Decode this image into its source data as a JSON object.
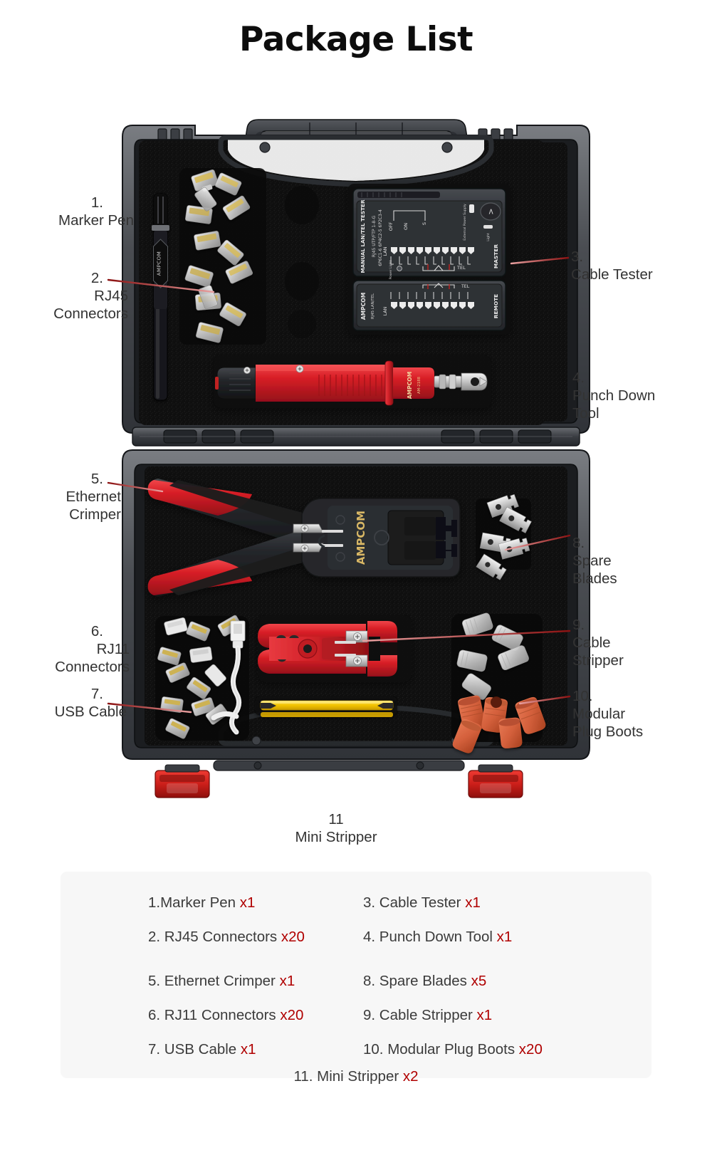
{
  "page": {
    "title": "Package List",
    "background": "#ffffff",
    "text_color": "#333333",
    "accent_color": "#b00000",
    "leader_line_color": "#8c1212"
  },
  "callouts": [
    {
      "id": 1,
      "number": "1.",
      "label": "Marker Pen",
      "side": "left"
    },
    {
      "id": 2,
      "number": "2.",
      "label": "RJ45\nConnectors",
      "side": "left"
    },
    {
      "id": 3,
      "number": "3.",
      "label": "Cable Tester",
      "side": "right"
    },
    {
      "id": 4,
      "number": "4.",
      "label": "Punch Down\nTool",
      "side": "right"
    },
    {
      "id": 5,
      "number": "5.",
      "label": "Ethernet\nCrimper",
      "side": "left"
    },
    {
      "id": 6,
      "number": "6.",
      "label": "RJ11\nConnectors",
      "side": "left"
    },
    {
      "id": 7,
      "number": "7.",
      "label": "USB Cable",
      "side": "left"
    },
    {
      "id": 8,
      "number": "8.",
      "label": "Spare\nBlades",
      "side": "right"
    },
    {
      "id": 9,
      "number": "9.",
      "label": "Cable\nStripper",
      "side": "right"
    },
    {
      "id": 10,
      "number": "10.",
      "label": "Modular\nPlug Boots",
      "side": "right"
    },
    {
      "id": 11,
      "number": "11",
      "label": "Mini Stripper",
      "side": "bottom"
    }
  ],
  "legend": {
    "rows": [
      {
        "left": {
          "text": "1.Marker Pen ",
          "qty": "x1"
        },
        "right": {
          "text": "3. Cable Tester ",
          "qty": "x1"
        }
      },
      {
        "left": {
          "text": "2. RJ45 Connectors ",
          "qty": "x20"
        },
        "right": {
          "text": "4. Punch Down Tool ",
          "qty": "x1"
        }
      },
      {
        "left": {
          "text": "5. Ethernet Crimper ",
          "qty": "x1"
        },
        "right": {
          "text": "8. Spare Blades ",
          "qty": "x5"
        }
      },
      {
        "left": {
          "text": "6. RJ11 Connectors ",
          "qty": "x20"
        },
        "right": {
          "text": "9. Cable Stripper ",
          "qty": "x1"
        }
      },
      {
        "left": {
          "text": "7. USB Cable ",
          "qty": "x1"
        },
        "right": {
          "text": "10. Modular Plug Boots ",
          "qty": "x20"
        }
      }
    ],
    "final": {
      "text": "11. Mini Stripper ",
      "qty": "x2"
    }
  },
  "product": {
    "brand": "AMPCOM",
    "case_color": "#2b2d30",
    "foam_color": "#151515",
    "tool_red": "#d81f26",
    "boots_color": "#d4603c",
    "tester": {
      "title": "MANUAL LAN/TEL TESTER",
      "spec_line_1": "RJ45 UTP/FTP 1-8-G",
      "spec_line_2": "6P6C1-6 6P4C2-5 6P2C3-4",
      "switch_off": "OFF",
      "switch_on": "ON",
      "switch_s": "S",
      "lan_label": "LAN",
      "tel_label": "TEL",
      "master_label": "MASTER",
      "remote_label": "REMOTE",
      "power_light": "Power Light",
      "external_power": "External Power Supply"
    },
    "punch_down_model": "AM-2188"
  }
}
